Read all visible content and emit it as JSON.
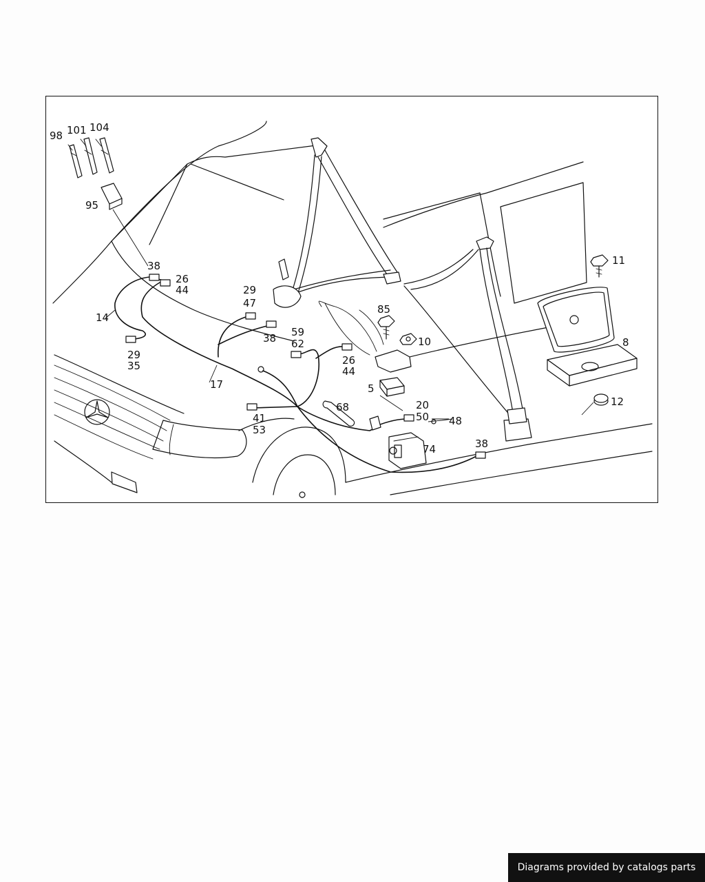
{
  "diagram": {
    "labels": {
      "l98": "98",
      "l101": "101",
      "l104": "104",
      "l95": "95",
      "l38a": "38",
      "l26a": "26",
      "l44a": "44",
      "l14": "14",
      "l29a": "29",
      "l35": "35",
      "l17": "17",
      "l29b": "29",
      "l47": "47",
      "l38b": "38",
      "l59": "59",
      "l62": "62",
      "l26b": "26",
      "l44b": "44",
      "l85": "85",
      "l10": "10",
      "l5": "5",
      "l41": "41",
      "l53": "53",
      "l68": "68",
      "l20": "20",
      "l50": "50",
      "l48": "48",
      "l74": "74",
      "l38c": "38",
      "l11": "11",
      "l8": "8",
      "l12": "12"
    }
  },
  "footer": {
    "credit": "Diagrams provided by catalogs parts"
  },
  "colors": {
    "line": "#111111",
    "background": "#ffffff",
    "footer_bg": "#111111",
    "footer_text": "#ffffff"
  }
}
